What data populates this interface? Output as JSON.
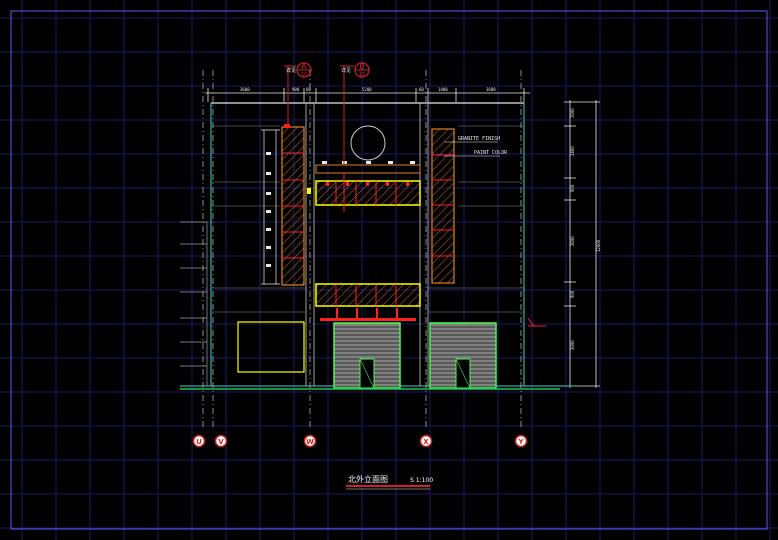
{
  "drawing": {
    "title": "北外立面图",
    "scale": "S 1:100"
  },
  "axes": [
    {
      "id": "axis-u",
      "label": "U"
    },
    {
      "id": "axis-v",
      "label": "V"
    },
    {
      "id": "axis-w",
      "label": "W"
    },
    {
      "id": "axis-x",
      "label": "X"
    },
    {
      "id": "axis-y",
      "label": "Y"
    }
  ],
  "detail_markers": [
    {
      "letter": "A",
      "sheet": "10",
      "prefix": "详见"
    },
    {
      "letter": "B",
      "sheet": "10",
      "prefix": "详见"
    }
  ],
  "annotations": {
    "wall_finish_1": "GRANITE FINISH",
    "wall_finish_2": "PAINT COLOR"
  },
  "colors": {
    "background": "#000000",
    "grid": "#1a1a66",
    "frame": "#5a5af0",
    "dimension": "#e8e8e8",
    "outline_cyan": "#40d0d0",
    "panel_orange": "#e08020",
    "frame_yellow": "#ffff00",
    "accent_red": "#ff2020",
    "door_green": "#40ff40",
    "door_fill": "#808080",
    "ground_green": "#20c060",
    "marker_red": "#cc2222"
  }
}
